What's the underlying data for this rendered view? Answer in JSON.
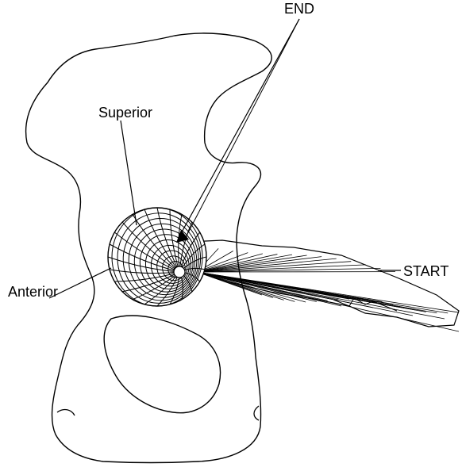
{
  "labels": {
    "end": "END",
    "superior": "Superior",
    "start": "START",
    "anterior": "Anterior"
  },
  "colors": {
    "ink": "#000000",
    "background": "#ffffff"
  }
}
